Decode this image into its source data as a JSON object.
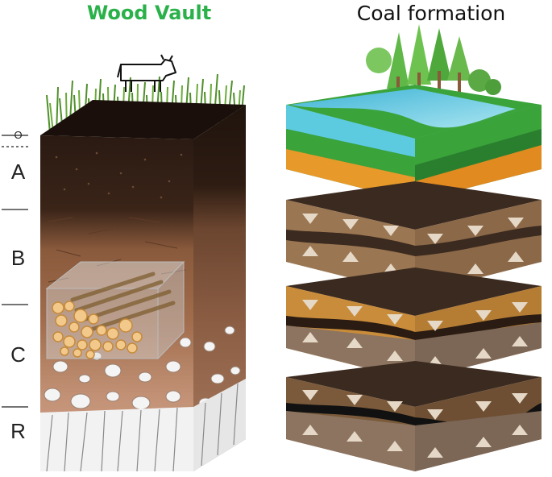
{
  "titles": {
    "left": "Wood Vault",
    "right": "Coal formation"
  },
  "horizons": [
    "O",
    "A",
    "B",
    "C",
    "R"
  ],
  "colors": {
    "left_title": "#2ab14a",
    "grass": "#4f8f2a",
    "soil_A": "#3a2418",
    "soil_B": "#8a5a3c",
    "soil_C": "#b88466",
    "bedrock": "#f2f2f2",
    "water": "#7fd3e6",
    "green_layer": "#3aa33a",
    "orange_layer": "#e79a2a",
    "peat_top": "#3b2a1f",
    "brown_layer": "#9a7652",
    "coal": "#111111"
  },
  "icons": [
    "cow-icon",
    "grass-icon",
    "tree-icon",
    "log-pile-icon",
    "pressure-arrow-down-icon",
    "pressure-arrow-up-icon"
  ]
}
